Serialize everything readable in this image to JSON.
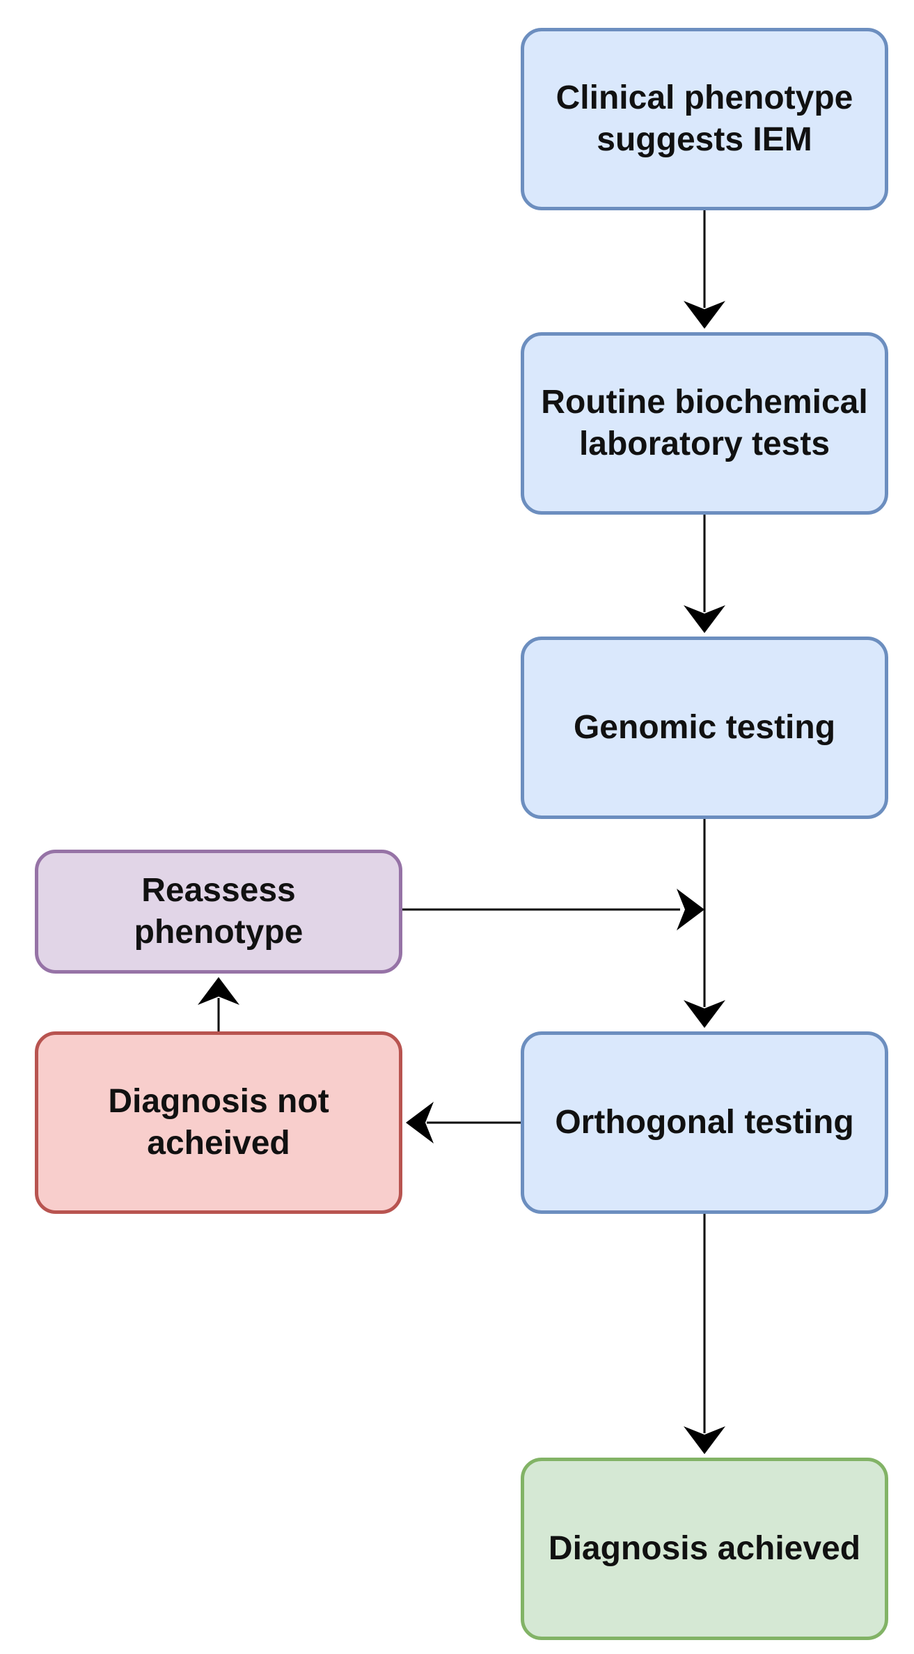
{
  "diagram": {
    "type": "flowchart",
    "colors": {
      "process_fill": "#dae8fc",
      "process_stroke": "#6c8ebf",
      "reassess_fill": "#e1d5e7",
      "reassess_stroke": "#9673a6",
      "failure_fill": "#f8cecc",
      "failure_stroke": "#b85450",
      "success_fill": "#d5e8d4",
      "success_stroke": "#82b366",
      "edge": "#000000"
    },
    "nodes": {
      "clinical": {
        "line1": "Clinical phenotype",
        "line2": "suggests IEM"
      },
      "routine": {
        "line1": "Routine biochemical",
        "line2": "laboratory tests"
      },
      "genomic": {
        "line1": "Genomic testing"
      },
      "reassess": {
        "line1": "Reassess",
        "line2": "phenotype"
      },
      "not_achieved": {
        "line1": "Diagnosis not",
        "line2": "acheived"
      },
      "orthogonal": {
        "line1": "Orthogonal testing"
      },
      "achieved": {
        "line1": "Diagnosis achieved"
      }
    },
    "edges": [
      {
        "from": "clinical",
        "to": "routine"
      },
      {
        "from": "routine",
        "to": "genomic"
      },
      {
        "from": "genomic",
        "to": "orthogonal"
      },
      {
        "from": "reassess",
        "to": "genomic-orthogonal-connector"
      },
      {
        "from": "orthogonal",
        "to": "not_achieved"
      },
      {
        "from": "not_achieved",
        "to": "reassess"
      },
      {
        "from": "orthogonal",
        "to": "achieved"
      }
    ]
  }
}
